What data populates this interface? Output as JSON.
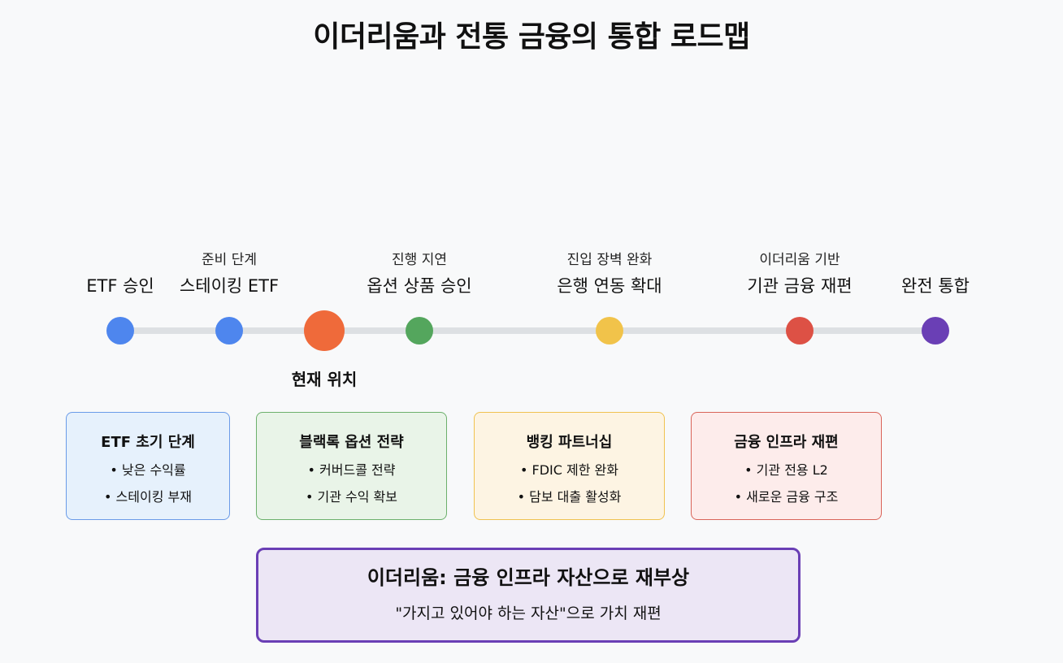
{
  "title": "이더리움과 전통 금융의 통합 로드맵",
  "timeline": {
    "track_color": "#dde0e3",
    "nodes": [
      {
        "color": "#4e86ee",
        "top_label": "",
        "label": "ETF 승인"
      },
      {
        "color": "#4e86ee",
        "top_label": "준비 단계",
        "label": "스테이킹 ETF"
      },
      {
        "color": "#ef6a3a",
        "top_label": "",
        "label": "",
        "current": true
      },
      {
        "color": "#54a65d",
        "top_label": "진행 지연",
        "label": "옵션 상품 승인"
      },
      {
        "color": "#f1c34a",
        "top_label": "진입 장벽 완화",
        "label": "은행 연동 확대"
      },
      {
        "color": "#dd5145",
        "top_label": "이더리움 기반",
        "label": "기관 금융 재편"
      },
      {
        "color": "#6a3fb5",
        "top_label": "",
        "label": "완전 통합"
      }
    ],
    "current_label": "현재 위치"
  },
  "cards": [
    {
      "title": "ETF 초기 단계",
      "items": [
        "• 낮은 수익률",
        "• 스테이킹 부재"
      ],
      "bg": "#e6f1fc",
      "border": "#6a9be8"
    },
    {
      "title": "블랙록 옵션 전략",
      "items": [
        "• 커버드콜 전략",
        "• 기관 수익 확보"
      ],
      "bg": "#e9f4e8",
      "border": "#6cb06c"
    },
    {
      "title": "뱅킹 파트너십",
      "items": [
        "• FDIC 제한 완화",
        "• 담보 대출 활성화"
      ],
      "bg": "#fdf4e3",
      "border": "#f0c250"
    },
    {
      "title": "금융 인프라 재편",
      "items": [
        "• 기관 전용 L2",
        "• 새로운 금융 구조"
      ],
      "bg": "#fdeceb",
      "border": "#d96459"
    }
  ],
  "summary": {
    "title": "이더리움: 금융 인프라 자산으로 재부상",
    "subtitle": "\"가지고 있어야 하는 자산\"으로 가치 재편"
  }
}
